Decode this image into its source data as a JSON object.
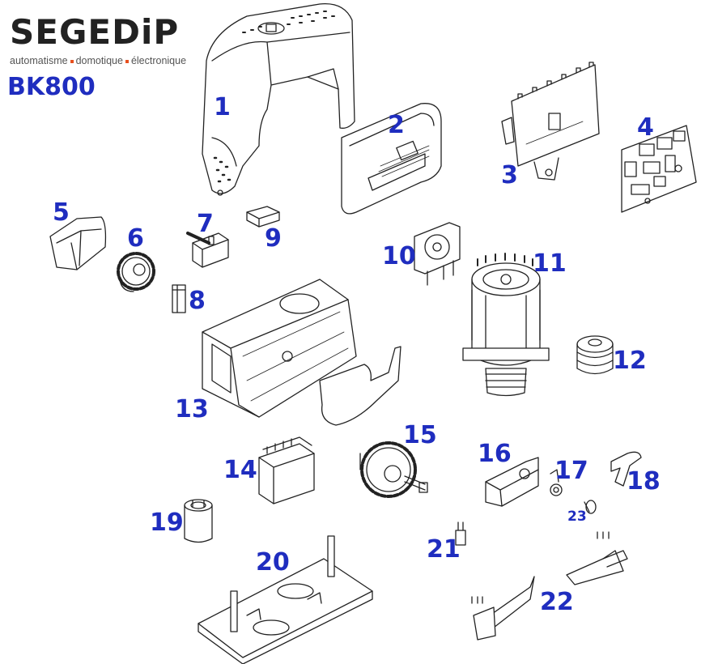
{
  "brand": {
    "name": "SEGEDiP",
    "tagline_parts": [
      "automatisme",
      "domotique",
      "électronique"
    ],
    "accent_color": "#e7501e"
  },
  "model": "BK800",
  "label_color": "#1f2dbf",
  "parts": [
    {
      "id": "1"
    },
    {
      "id": "2"
    },
    {
      "id": "3"
    },
    {
      "id": "4"
    },
    {
      "id": "5"
    },
    {
      "id": "6"
    },
    {
      "id": "7"
    },
    {
      "id": "8"
    },
    {
      "id": "9"
    },
    {
      "id": "10"
    },
    {
      "id": "11"
    },
    {
      "id": "12"
    },
    {
      "id": "13"
    },
    {
      "id": "14"
    },
    {
      "id": "15"
    },
    {
      "id": "16"
    },
    {
      "id": "17"
    },
    {
      "id": "18"
    },
    {
      "id": "19"
    },
    {
      "id": "20"
    },
    {
      "id": "21"
    },
    {
      "id": "22"
    },
    {
      "id": "23"
    }
  ]
}
